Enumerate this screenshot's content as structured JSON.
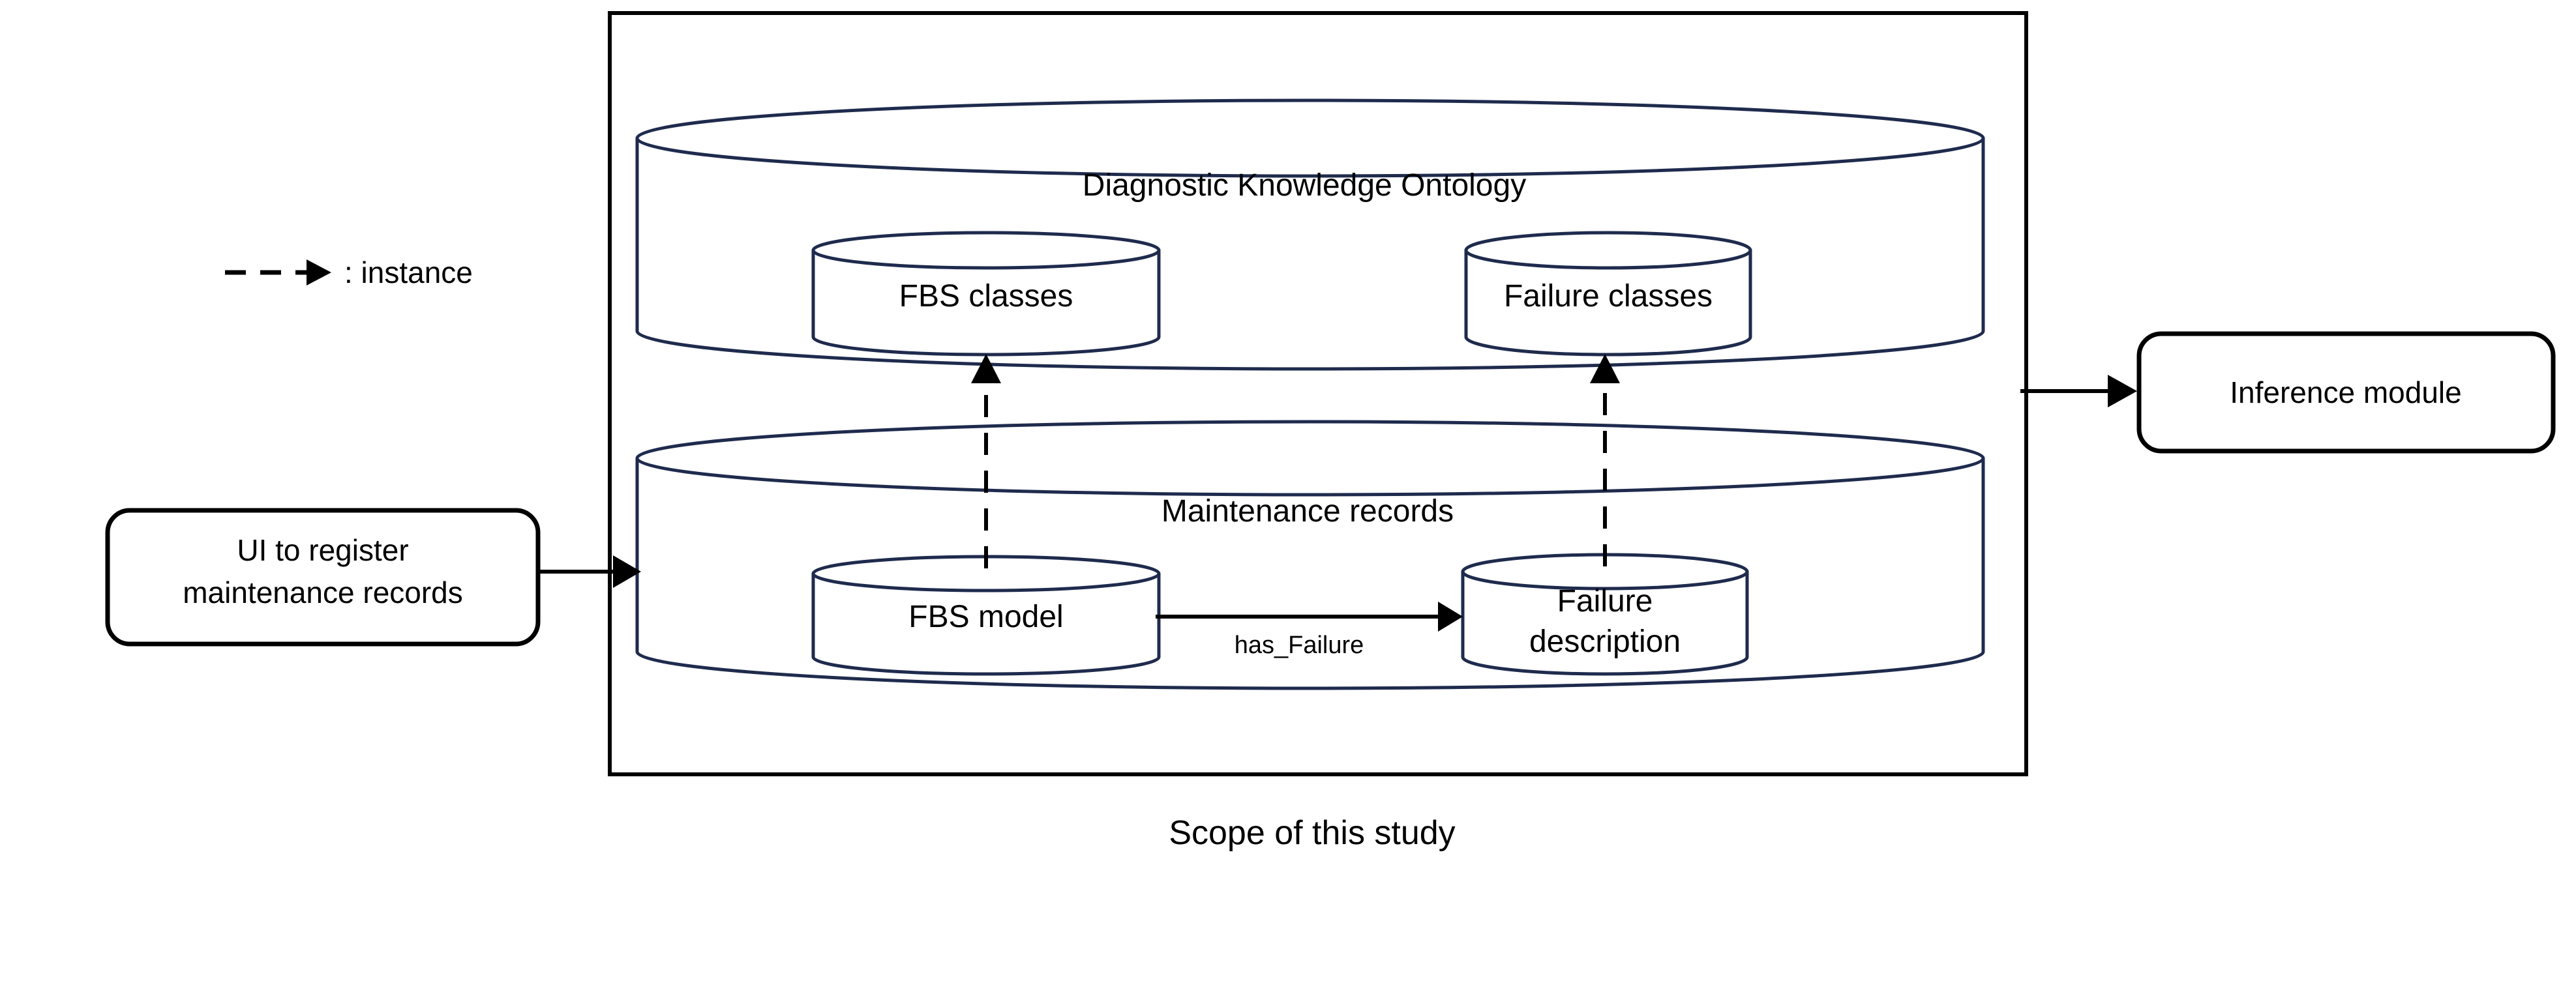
{
  "diagram": {
    "caption": "Scope of this study",
    "legend": {
      "symbol_name": "dashed-arrow",
      "label": ": instance"
    },
    "colors": {
      "cylinder_stroke": "#1f2b4d",
      "box_stroke": "#000000",
      "arrow": "#000000",
      "background": "#ffffff"
    },
    "external_boxes": [
      {
        "id": "ui-register",
        "line1": "UI to register",
        "line2": "maintenance records"
      },
      {
        "id": "inference-module",
        "line1": "Inference module",
        "line2": ""
      }
    ],
    "containers": [
      {
        "id": "ontology",
        "title": "Diagnostic Knowledge Ontology",
        "children": [
          {
            "id": "fbs-classes",
            "line1": "FBS classes",
            "line2": ""
          },
          {
            "id": "failure-classes",
            "line1": "Failure classes",
            "line2": ""
          }
        ]
      },
      {
        "id": "maintenance-records",
        "title": "Maintenance records",
        "children": [
          {
            "id": "fbs-model",
            "line1": "FBS model",
            "line2": ""
          },
          {
            "id": "failure-description",
            "line1": "Failure",
            "line2": "description"
          }
        ]
      }
    ],
    "edges": [
      {
        "id": "ui-to-records",
        "label": "",
        "style": "solid"
      },
      {
        "id": "records-to-inference",
        "label": "",
        "style": "solid"
      },
      {
        "id": "fbs-model-to-failure-description",
        "label": "has_Failure",
        "style": "solid"
      },
      {
        "id": "fbs-model-instance-of-fbs-classes",
        "label": "",
        "style": "dashed"
      },
      {
        "id": "failure-description-instance-of-failure-classes",
        "label": "",
        "style": "dashed"
      }
    ]
  }
}
